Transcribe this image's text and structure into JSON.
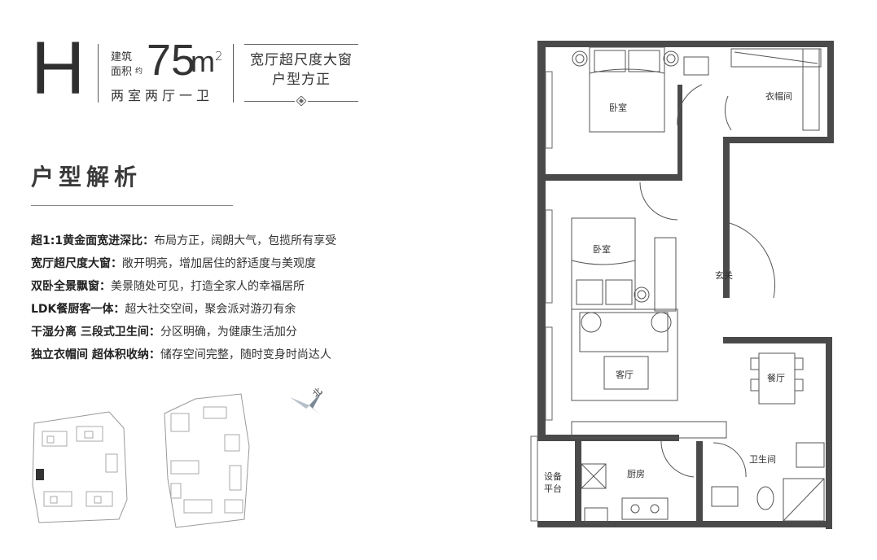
{
  "header": {
    "unit_letter": "H",
    "area_label_line1": "建筑",
    "area_label_line2": "面积",
    "area_prefix": "约",
    "area_number": "75",
    "area_unit": "m",
    "area_superscript": "2",
    "rooms": "两室两厅一卫",
    "slogan_line1": "宽厅超尺度大窗",
    "slogan_line2": "户型方正"
  },
  "analysis": {
    "title": "户型解析",
    "features": [
      {
        "heading": "超1:1黄金面宽进深比：",
        "text": "布局方正，阔朗大气，包揽所有享受"
      },
      {
        "heading": "宽厅超尺度大窗：",
        "text": "敞开明亮，增加居住的舒适度与美观度"
      },
      {
        "heading": "双卧全景飘窗：",
        "text": "美景随处可见，打造全家人的幸福居所"
      },
      {
        "heading": "LDK餐厨客一体：",
        "text": "超大社交空间，聚会派对游刃有余"
      },
      {
        "heading": "干湿分离 三段式卫生间：",
        "text": "分区明确，为健康生活加分"
      },
      {
        "heading": "独立衣帽间 超体积收纳：",
        "text": "储存空间完整，随时变身时尚达人"
      }
    ]
  },
  "compass": {
    "north_label": "北"
  },
  "floorplan": {
    "rooms": {
      "bedroom1": "卧室",
      "bedroom2": "卧室",
      "cloakroom": "衣帽间",
      "entrance": "玄关",
      "living": "客厅",
      "dining": "餐厅",
      "kitchen": "厨房",
      "bathroom": "卫生间",
      "equipment_line1": "设备",
      "equipment_line2": "平台"
    }
  },
  "colors": {
    "wall": "#4a4a4a",
    "line": "#666666",
    "text": "#333333"
  }
}
